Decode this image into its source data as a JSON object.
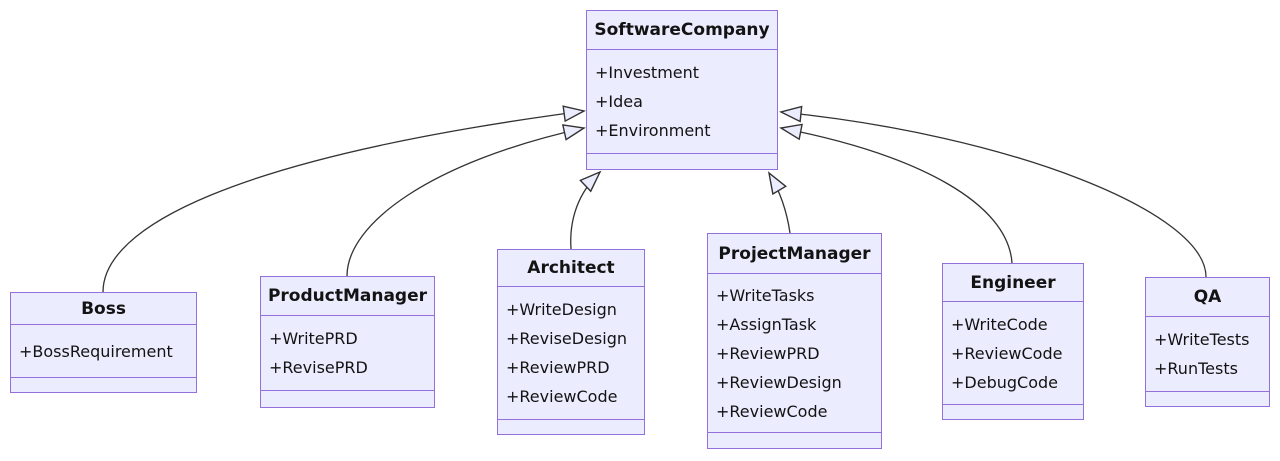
{
  "diagram": {
    "type": "uml-class-diagram",
    "parent_class": "SoftwareCompany",
    "relation_type": "inheritance",
    "colors": {
      "box_fill": "#ECECFF",
      "box_border": "#9370DB",
      "edge_line": "#333333",
      "arrowhead_fill": "#ECECFF",
      "text": "#131313",
      "background": "#FFFFFF"
    }
  },
  "classes": [
    {
      "id": "software-company",
      "name": "SoftwareCompany",
      "members": [
        "+Investment",
        "+Idea",
        "+Environment"
      ]
    },
    {
      "id": "boss",
      "name": "Boss",
      "members": [
        "+BossRequirement"
      ]
    },
    {
      "id": "product-manager",
      "name": "ProductManager",
      "members": [
        "+WritePRD",
        "+RevisePRD"
      ]
    },
    {
      "id": "architect",
      "name": "Architect",
      "members": [
        "+WriteDesign",
        "+ReviseDesign",
        "+ReviewPRD",
        "+ReviewCode"
      ]
    },
    {
      "id": "project-manager",
      "name": "ProjectManager",
      "members": [
        "+WriteTasks",
        "+AssignTask",
        "+ReviewPRD",
        "+ReviewDesign",
        "+ReviewCode"
      ]
    },
    {
      "id": "engineer",
      "name": "Engineer",
      "members": [
        "+WriteCode",
        "+ReviewCode",
        "+DebugCode"
      ]
    },
    {
      "id": "qa",
      "name": "QA",
      "members": [
        "+WriteTests",
        "+RunTests"
      ]
    }
  ],
  "relations": [
    {
      "from": "Boss",
      "to": "SoftwareCompany",
      "type": "inheritance"
    },
    {
      "from": "ProductManager",
      "to": "SoftwareCompany",
      "type": "inheritance"
    },
    {
      "from": "Architect",
      "to": "SoftwareCompany",
      "type": "inheritance"
    },
    {
      "from": "ProjectManager",
      "to": "SoftwareCompany",
      "type": "inheritance"
    },
    {
      "from": "Engineer",
      "to": "SoftwareCompany",
      "type": "inheritance"
    },
    {
      "from": "QA",
      "to": "SoftwareCompany",
      "type": "inheritance"
    }
  ]
}
